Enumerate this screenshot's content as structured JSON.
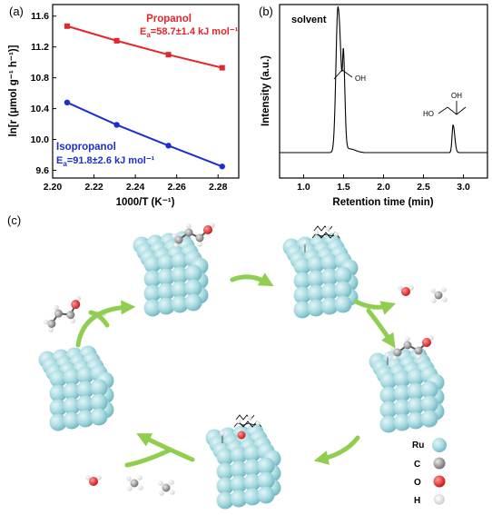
{
  "panels": {
    "a": "(a)",
    "b": "(b)",
    "c": "(c)"
  },
  "colors": {
    "propanol": "#e3262b",
    "isopropanol": "#1b2fd1",
    "ru": "#9fd5dc",
    "arrow": "#8fce4f",
    "c_atom": "#9a9a9a",
    "o_atom": "#e62020",
    "h_atom": "#f5f5f5"
  },
  "chart_data": [
    {
      "type": "line",
      "title": "",
      "xlabel": "1000/T (K⁻¹)",
      "ylabel": "ln[r (μmol g⁻¹ h⁻¹)]",
      "xlim": [
        2.2,
        2.29
      ],
      "ylim": [
        9.5,
        11.75
      ],
      "xticks": [
        "2.20",
        "2.22",
        "2.24",
        "2.26",
        "2.28"
      ],
      "yticks": [
        "9.6",
        "10.0",
        "10.4",
        "10.8",
        "11.2",
        "11.6"
      ],
      "series": [
        {
          "name": "Propanol",
          "ea": "E",
          "ea_sub": "a",
          "ea_value": "=58.7±1.4 kJ mol⁻¹",
          "marker": "square",
          "x": [
            2.207,
            2.231,
            2.256,
            2.282
          ],
          "y": [
            11.47,
            11.28,
            11.1,
            10.93
          ]
        },
        {
          "name": "Isopropanol",
          "ea": "E",
          "ea_sub": "a",
          "ea_value": "=91.8±2.6 kJ mol⁻¹",
          "marker": "circle",
          "x": [
            2.207,
            2.231,
            2.256,
            2.282
          ],
          "y": [
            10.48,
            10.19,
            9.92,
            9.65
          ]
        }
      ]
    },
    {
      "type": "line",
      "title": "",
      "xlabel": "Retention time (min)",
      "ylabel": "Intensity (a.u.)",
      "xlim": [
        0.7,
        3.3
      ],
      "xticks": [
        "1.0",
        "1.5",
        "2.0",
        "2.5",
        "3.0"
      ],
      "annotations": [
        "solvent",
        "OH",
        "HO",
        "OH"
      ],
      "peaks": [
        {
          "label": "solvent",
          "center": 1.43,
          "height": 1.0,
          "width": 0.025
        },
        {
          "label": "propanol",
          "center": 1.5,
          "height": 0.48,
          "width": 0.011
        },
        {
          "label": "1,2-propanediol",
          "center": 2.87,
          "height": 0.19,
          "width": 0.013
        }
      ]
    }
  ],
  "legend": {
    "items": [
      "Ru",
      "C",
      "O",
      "H"
    ]
  }
}
